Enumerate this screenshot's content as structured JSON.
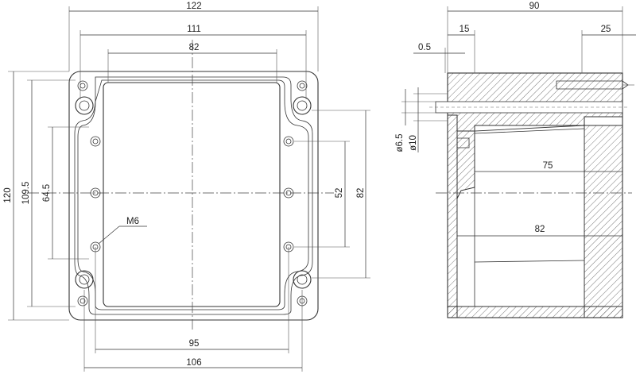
{
  "front_view": {
    "dimensions": {
      "overall_width": "122",
      "hole_spacing_outer": "111",
      "inner_opening_width": "82",
      "mount_spacing_95": "95",
      "mount_spacing_106": "106",
      "overall_height": "120",
      "hole_spacing_vertical": "109.5",
      "inner_mount_vertical": "64.5",
      "side_mount_52": "52",
      "side_height_82": "82"
    },
    "thread_callout": "M6"
  },
  "side_view": {
    "dimensions": {
      "overall_depth": "90",
      "lid_depth": "15",
      "gap": "0.5",
      "flange_depth": "25",
      "inner_depth_75": "75",
      "inner_depth_82": "82",
      "hole_dia_small": "ø6.5",
      "hole_dia_large": "ø10"
    }
  }
}
